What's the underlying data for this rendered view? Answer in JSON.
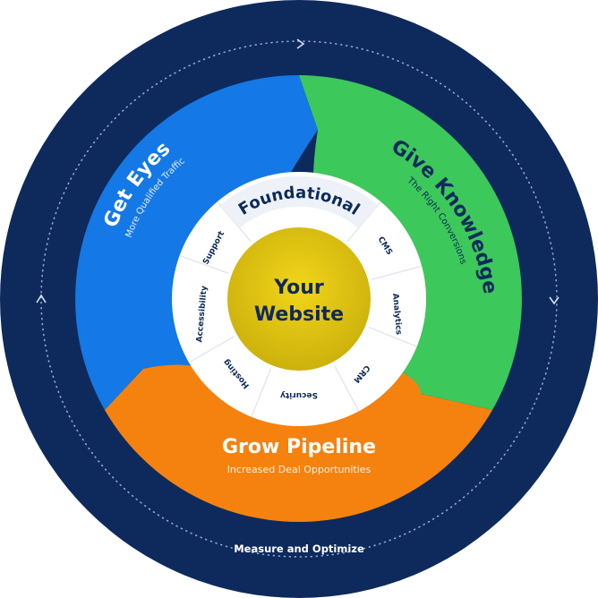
{
  "colors": {
    "outer_ring": "#0e2a5c",
    "blue": "#1478e6",
    "green": "#3cc85a",
    "orange": "#f5820f",
    "white_ring": "#ffffff",
    "core": "#ddc210",
    "text_navy": "#0e2a5c"
  },
  "outer": {
    "label": "Measure and Optimize"
  },
  "segments": [
    {
      "key": "get-eyes",
      "title": "Get Eyes",
      "subtitle": "More Qualified Traffic"
    },
    {
      "key": "give-knowledge",
      "title": "Give Knowledge",
      "subtitle": "The Right Conversions"
    },
    {
      "key": "grow-pipeline",
      "title": "Grow Pipeline",
      "subtitle": "Increased Deal Opportunities"
    }
  ],
  "foundational": {
    "title": "Foundational",
    "items": [
      "CMS",
      "Analytics",
      "CRM",
      "Security",
      "Hosting",
      "Accessibility",
      "Support"
    ]
  },
  "core": {
    "line1": "Your",
    "line2": "Website"
  }
}
